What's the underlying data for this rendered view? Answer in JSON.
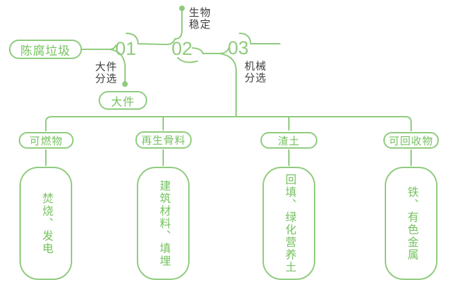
{
  "colors": {
    "line_green": "#8FCB7E",
    "text_green": "#74C25F",
    "label_dark": "#3E3E3E",
    "background": "#FFFFFF"
  },
  "flow": {
    "source_label": "陈腐垃圾",
    "steps": [
      {
        "number": "01",
        "label_line1": "大件",
        "label_line2": "分选"
      },
      {
        "number": "02",
        "label_line1": "生物",
        "label_line2": "稳定"
      },
      {
        "number": "03",
        "label_line1": "机械",
        "label_line2": "分选"
      }
    ],
    "bulky_output_label": "大件"
  },
  "outputs": [
    {
      "category": "可燃物",
      "use": "焚烧、发电"
    },
    {
      "category": "再生骨料",
      "use": "建筑材料、填埋"
    },
    {
      "category": "渣土",
      "use": "回填、绿化营养土"
    },
    {
      "category": "可回收物",
      "use": "铁、有色金属"
    }
  ]
}
